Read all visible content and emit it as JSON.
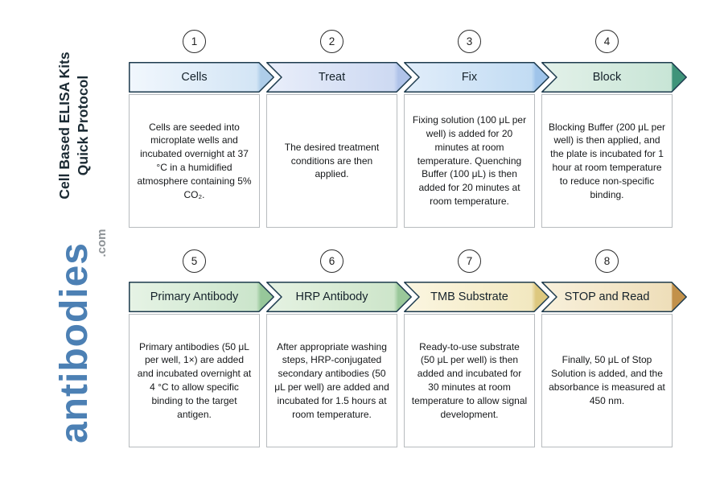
{
  "page": {
    "background": "#ffffff"
  },
  "sidebar": {
    "title_line1": "Cell Based ELISA Kits",
    "title_line2": "Quick Protocol",
    "title_color": "#1b2a33",
    "brand": "antibodies",
    "brand_suffix": ".com",
    "brand_color": "#4c80b4",
    "brand_suffix_color": "#8d9296"
  },
  "chevron_outline_color": "#1d3b4e",
  "steps": [
    {
      "number": "1",
      "label": "Cells",
      "description": "Cells are seeded into microplate wells and incubated overnight at 37 °C in a humidified atmosphere containing 5% CO₂.",
      "color_body": "#f1f7fd",
      "color_body_end": "#d3e5f5",
      "color_tip": "#aecde9"
    },
    {
      "number": "2",
      "label": "Treat",
      "description": "The desired treatment conditions are then applied.",
      "color_body": "#e9eefa",
      "color_body_end": "#cdd9f2",
      "color_tip": "#b0c3e9"
    },
    {
      "number": "3",
      "label": "Fix",
      "description": "Fixing solution (100 μL per well) is added for 20 minutes at room temperature. Quenching Buffer (100 μL) is then added for 20 minutes at room temperature.",
      "color_body": "#e1edfa",
      "color_body_end": "#c2dcf3",
      "color_tip": "#9fc4ea"
    },
    {
      "number": "4",
      "label": "Block",
      "description": "Blocking Buffer (200 μL per well) is then applied, and the plate is incubated for 1 hour at room temperature to reduce non-specific binding.",
      "color_body": "#e3f1e9",
      "color_body_end": "#c8e5d6",
      "color_tip": "#3f947a"
    },
    {
      "number": "5",
      "label": "Primary Antibody",
      "description": "Primary antibodies (50 μL per well, 1×) are added and incubated overnight at 4 °C to allow specific binding to the target antigen.",
      "color_body": "#e6f3e5",
      "color_body_end": "#cbe5cb",
      "color_tip": "#97c79a"
    },
    {
      "number": "6",
      "label": "HRP Antibody",
      "description": "After appropriate washing steps, HRP-conjugated secondary antibodies (50 μL per well) are added and incubated for 1.5 hours at room temperature.",
      "color_body": "#e5f2e2",
      "color_body_end": "#cde5ca",
      "color_tip": "#9ac89a"
    },
    {
      "number": "7",
      "label": "TMB Substrate",
      "description": "Ready-to-use substrate (50 μL per well) is then added and incubated for 30 minutes at room temperature to allow signal development.",
      "color_body": "#fbf6e1",
      "color_body_end": "#f2e8c0",
      "color_tip": "#ddc87f"
    },
    {
      "number": "8",
      "label": "STOP and Read",
      "description": "Finally, 50 μL of Stop Solution is added, and the absorbance is measured at 450 nm.",
      "color_body": "#f8f0db",
      "color_body_end": "#eedeb9",
      "color_tip": "#c2914a"
    }
  ]
}
